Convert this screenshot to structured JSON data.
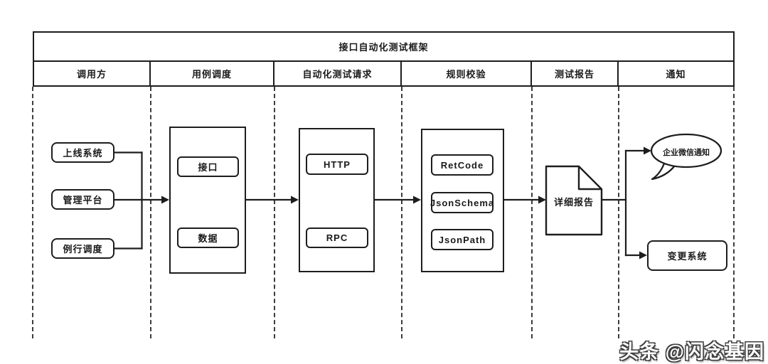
{
  "header": {
    "title": "接口自动化测试框架",
    "lanes": [
      "调用方",
      "用例调度",
      "自动化测试请求",
      "规则校验",
      "测试报告",
      "通知"
    ]
  },
  "nodes": {
    "callers": {
      "online": "上线系统",
      "platform": "管理平台",
      "routine": "例行调度"
    },
    "scheduler": {
      "api": "接口",
      "data": "数据"
    },
    "request": {
      "http": "HTTP",
      "rpc": "RPC"
    },
    "rules": {
      "retcode": "RetCode",
      "jsonschema": "JsonSchema",
      "jsonpath": "JsonPath"
    },
    "report": {
      "detail": "详细报告"
    },
    "notify": {
      "wecom": "企业微信通知",
      "change": "变更系统"
    }
  },
  "watermark": "头条 @闪念基因",
  "colors": {
    "stroke": "#1d1d1d",
    "background": "#ffffff",
    "watermark": "#3f3f3f"
  }
}
